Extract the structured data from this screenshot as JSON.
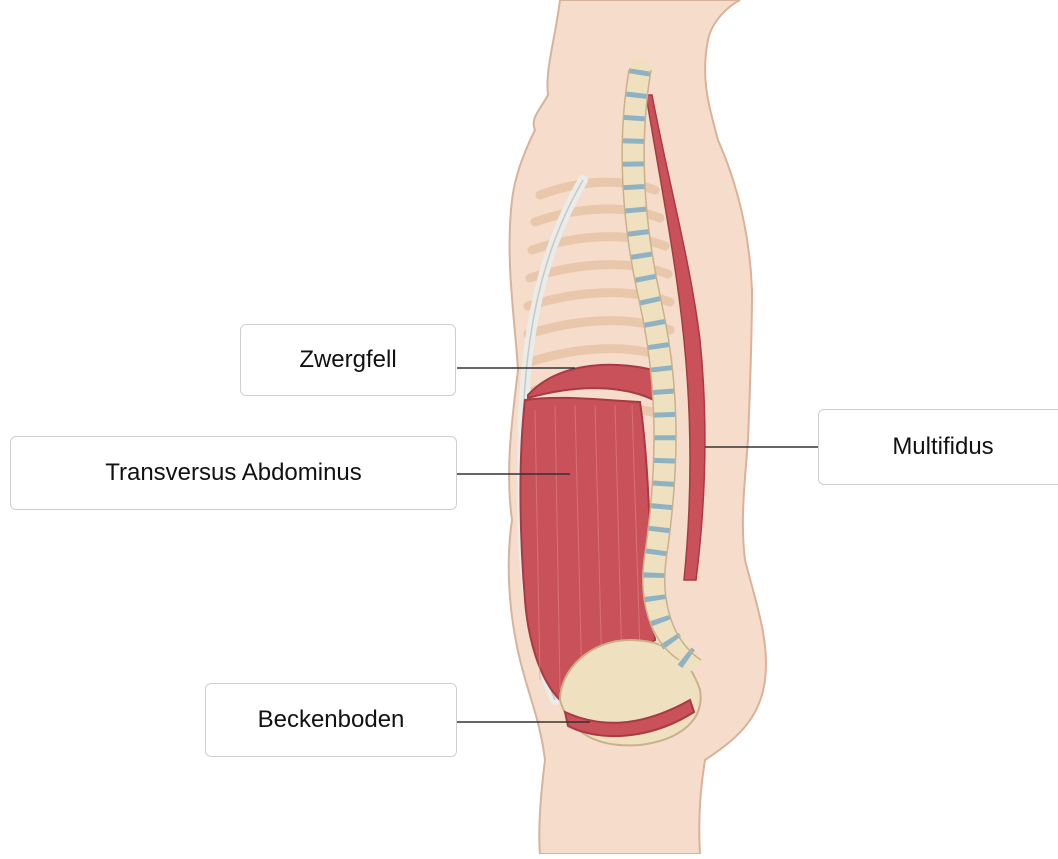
{
  "labels": {
    "zwerchfell": "Zwergfell",
    "transversus": "Transversus Abdominus",
    "multifidus": "Multifidus",
    "beckenboden": "Beckenboden"
  },
  "colors": {
    "skin": "#f6dccb",
    "skin_outline": "#d9b29c",
    "muscle": "#c9515a",
    "muscle_dark": "#a83a44",
    "bone": "#efe0c0",
    "bone_outline": "#c9b18a",
    "disc": "#8fb2c2",
    "rib": "#e8c7ab",
    "cartilage": "#e9ece9",
    "leader_line": "#333333",
    "box_border": "#cfcfcf"
  }
}
